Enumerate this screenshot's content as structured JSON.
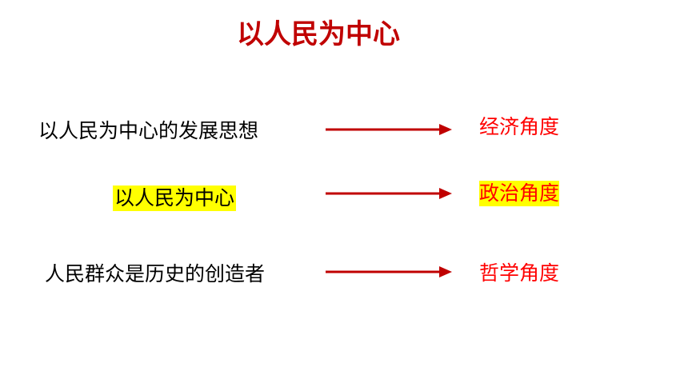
{
  "colors": {
    "accent": "#c00000",
    "highlight": "#ffff00",
    "right_text": "#ff0000",
    "text": "#000000"
  },
  "page": {
    "title": "以人民为中心"
  },
  "rows": [
    {
      "left": "以人民为中心的发展思想",
      "right": "经济角度",
      "highlighted": false
    },
    {
      "left": "以人民为中心",
      "right": "政治角度",
      "highlighted": true
    },
    {
      "left": "人民群众是历史的创造者",
      "right": "哲学角度",
      "highlighted": false
    }
  ]
}
